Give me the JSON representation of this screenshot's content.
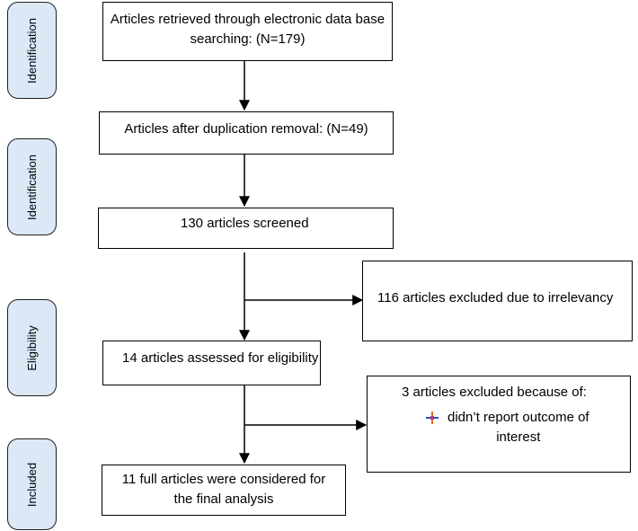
{
  "stages": [
    {
      "label": "Identification"
    },
    {
      "label": "Identification"
    },
    {
      "label": "Eligibility"
    },
    {
      "label": "Included"
    }
  ],
  "boxes": {
    "retrieved": {
      "line1": "Articles retrieved through electronic data base",
      "line2": "searching: (N=179)"
    },
    "dedup": {
      "text": "Articles after duplication removal: (N=49)"
    },
    "screened": {
      "text": "130 articles screened"
    },
    "excluded_irrelevant": {
      "text": "116 articles excluded due to irrelevancy"
    },
    "eligibility": {
      "text": "14 articles assessed for eligibility"
    },
    "excluded_reasons": {
      "title": "3 articles excluded because of:",
      "reason_line1": "didn’t report outcome of",
      "reason_line2": "interest"
    },
    "included": {
      "line1": "11 full articles were considered for",
      "line2": "the final analysis"
    }
  },
  "colors": {
    "stage_fill": "#dbe9f7",
    "stroke": "#000000"
  }
}
